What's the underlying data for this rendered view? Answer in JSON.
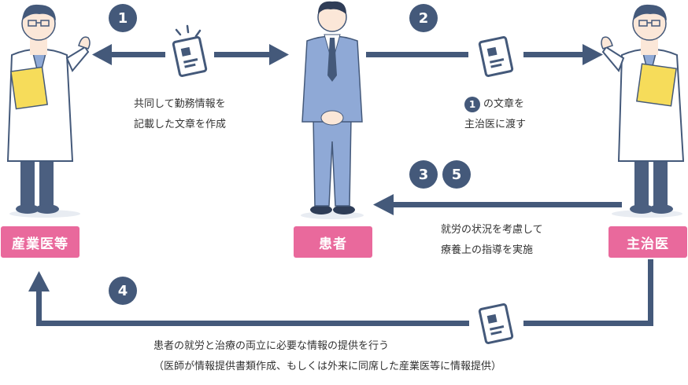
{
  "roles": {
    "occupational": "産業医等",
    "patient": "患者",
    "attending": "主治医"
  },
  "steps": {
    "s1": "1",
    "s2": "2",
    "s3": "3",
    "s5": "5",
    "s4": "4"
  },
  "notes": {
    "step1_line1": "共同して勤務情報を",
    "step1_line2": "記載した文章を作成",
    "step2_ref": "1",
    "step2_line1_suffix": "の文章を",
    "step2_line2": "主治医に渡す",
    "step35_line1": "就労の状況を考慮して",
    "step35_line2": "療養上の指導を実施",
    "step4_line1": "患者の就労と治療の両立に必要な情報の提供を行う",
    "step4_line2": "（医師が情報提供書類作成、もしくは外来に同席した産業医等に情報提供）"
  },
  "colors": {
    "arrow": "#44597a",
    "label_bg": "#e9699c",
    "suit": "#8fa9d6",
    "doctor_coat": "#ffffff",
    "clipboard": "#f6dc5a"
  }
}
